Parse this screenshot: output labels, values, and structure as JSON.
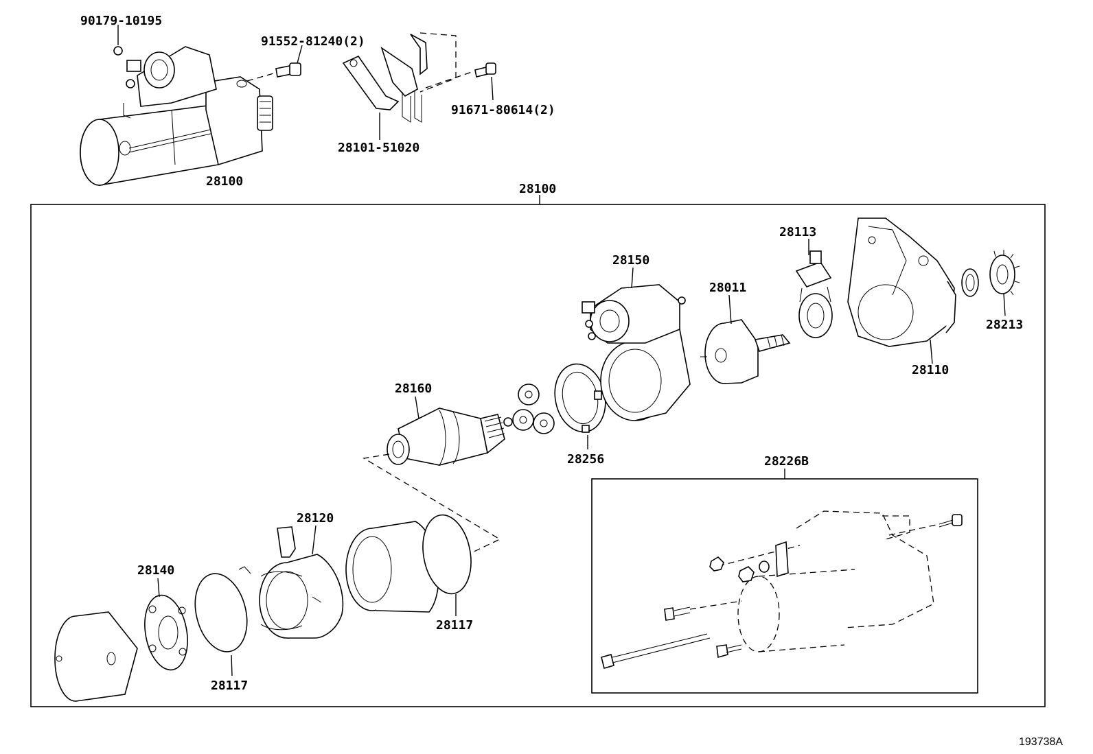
{
  "labels": {
    "nut_top": "90179-10195",
    "bolt_top": "91552-81240(2)",
    "bolt_right": "91671-80614(2)",
    "bracket": "28101-51020",
    "starter_assy": "28100",
    "exploded_assy": "28100",
    "armature": "28160",
    "planet_ring": "28256",
    "magnetic_switch": "28150",
    "shaft_clutch": "28011",
    "lever": "28113",
    "housing": "28110",
    "pinion": "28213",
    "yoke": "28120",
    "brush_holder": "28140",
    "oring_left": "28117",
    "oring_right": "28117",
    "bolt_kit": "28226B"
  },
  "figure_id": "193738A"
}
